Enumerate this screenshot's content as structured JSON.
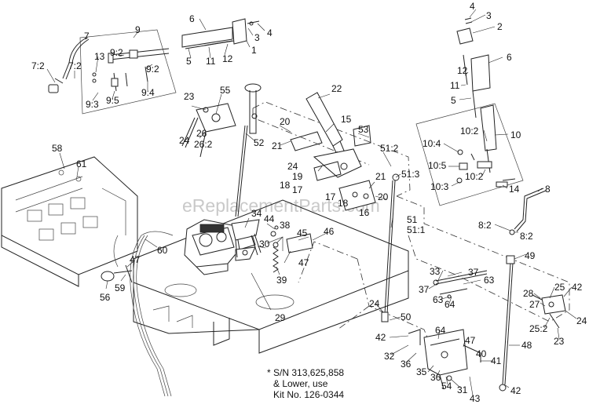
{
  "watermark": "eReplacementParts.com",
  "note": {
    "line1": "* S/N 313,625,858",
    "line2": "& Lower, use",
    "line3": "Kit No. 126-0344"
  },
  "callouts": {
    "c1": "4",
    "c2": "3",
    "c3": "2",
    "c4": "6",
    "c5": "12",
    "c6": "11",
    "c7": "5",
    "c8": "10",
    "c9": "10:2",
    "c10": "10:4",
    "c11": "10:5",
    "c12": "10:2",
    "c13": "10:3",
    "c14": "14",
    "c15": "8",
    "c16": "8:2",
    "c17": "8:2",
    "c18": "6",
    "c19": "3",
    "c20": "4",
    "c21": "1",
    "c22": "12",
    "c23": "11",
    "c24": "5",
    "c25": "7",
    "c26": "9",
    "c27": "7:2",
    "c28": "7:2",
    "c29": "13",
    "c30": "9:2",
    "c31": "9:2",
    "c32": "9:3",
    "c33": "9:5",
    "c34": "9:4",
    "c35": "55",
    "c36": "23",
    "c37": "26",
    "c38": "26:2",
    "c39": "24",
    "c40": "52",
    "c41": "22",
    "c42": "15",
    "c43": "53",
    "c44": "20",
    "c45": "21",
    "c46": "51:2",
    "c47": "51:3",
    "c48": "24",
    "c49": "19",
    "c50": "18",
    "c51": "17",
    "c52": "17",
    "c53": "18",
    "c54": "21",
    "c55": "20",
    "c56": "16",
    "c57": "51",
    "c58": "51:1",
    "c59": "58",
    "c60": "61",
    "c61": "34",
    "c62": "44",
    "c63": "38",
    "c64": "45",
    "c65": "46",
    "c66": "30",
    "c67": "47",
    "c68": "39",
    "c69": "29",
    "c70": "60",
    "c71": "47",
    "c72": "59",
    "c73": "56",
    "c74": "49",
    "c75": "33",
    "c76": "37",
    "c77": "37",
    "c78": "63",
    "c79": "63",
    "c80": "64",
    "c81": "25",
    "c82": "42",
    "c83": "28",
    "c84": "27",
    "c85": "24",
    "c86": "25:2",
    "c87": "23",
    "c88": "24",
    "c89": "50",
    "c90": "42",
    "c91": "64",
    "c92": "47",
    "c93": "40",
    "c94": "41",
    "c95": "48",
    "c96": "32",
    "c97": "36",
    "c98": "35",
    "c99": "36",
    "c100": "54",
    "c101": "31",
    "c102": "43",
    "c103": "42"
  }
}
